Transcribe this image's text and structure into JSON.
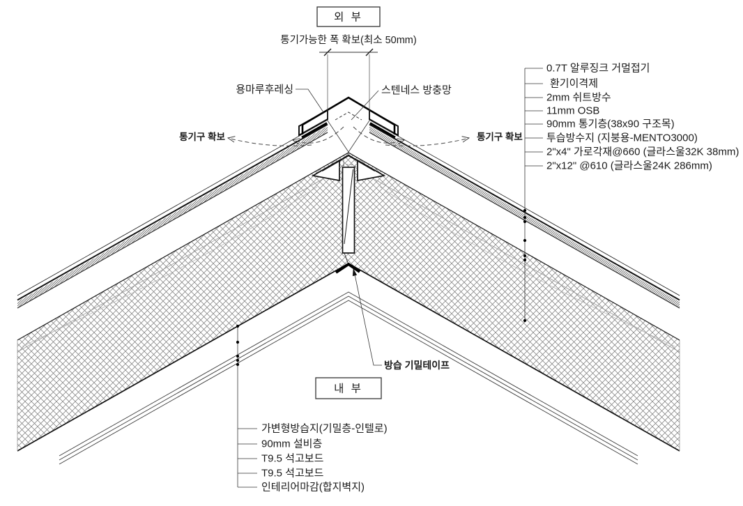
{
  "drawing": {
    "exterior_label": "외 부",
    "interior_label": "내 부",
    "dimension_note": "통기가능한 폭 확보(최소 50mm)",
    "ridge_flashing_label": "용마루후레싱",
    "insect_screen_label": "스텐네스 방충망",
    "vent_secure_left": "통기구 확보",
    "vent_secure_right": "통기구 확보",
    "vapor_tape_label": "방습 기밀테이프",
    "roof_layers": [
      "0.7T 알루징크 거멀접기",
      "환기이격제",
      "2mm 쉬트방수",
      "11mm OSB",
      "90mm 통기층(38x90 구조목)",
      "투습방수지 (지붕용-MENTO3000)",
      "2\"x4\" 가로각재@660 (글라스울32K 38mm)",
      "2\"x12\" @610 (글라스울24K 286mm)"
    ],
    "ceiling_layers": [
      "가변형방습지(기밀층-인텔로)",
      "90mm 설비층",
      "T9.5 석고보드",
      "T9.5 석고보드",
      "인테리어마감(합지벽지)"
    ],
    "colors": {
      "line": "#1a1a1a",
      "hatch": "#7a7a7a",
      "background": "#ffffff"
    }
  }
}
